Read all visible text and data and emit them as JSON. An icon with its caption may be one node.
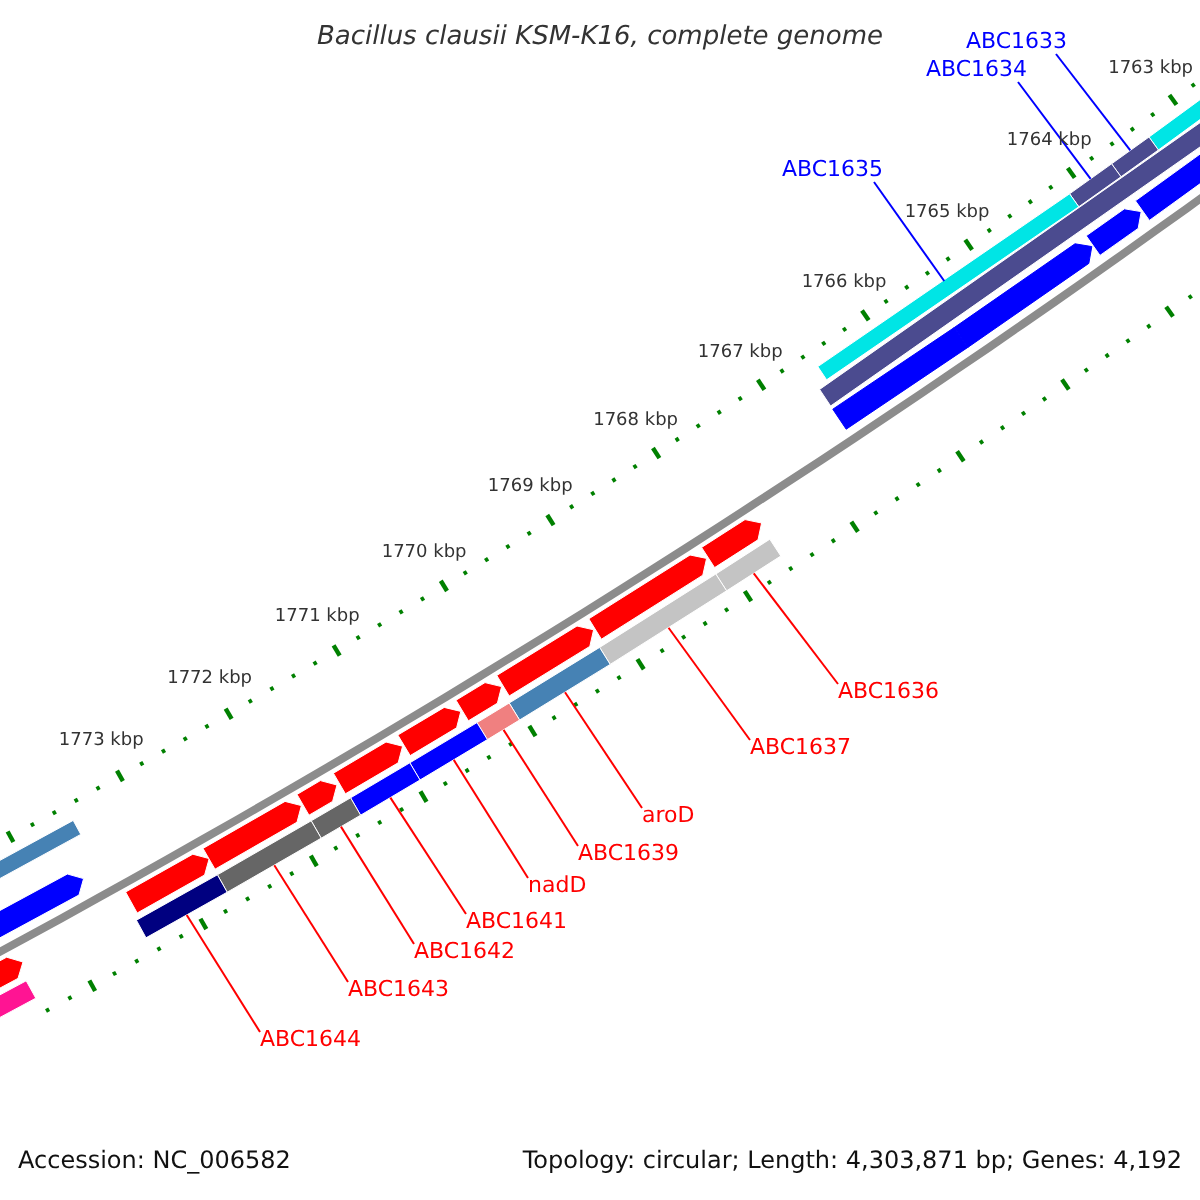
{
  "diagram": {
    "title": "Bacillus clausii KSM-K16, complete genome",
    "nodes": [
      {
        "text": [
          "ABC1633"
        ]
      },
      {
        "text": [
          "ABC1634"
        ]
      },
      {
        "text": [
          "ABC1635"
        ]
      },
      {
        "text": [
          "ABC1636"
        ]
      },
      {
        "text": [
          "ABC1637"
        ]
      },
      {
        "text": [
          "aroD"
        ]
      },
      {
        "text": [
          "ABC1639"
        ]
      },
      {
        "text": [
          "nadD"
        ]
      },
      {
        "text": [
          "ABC1641"
        ]
      },
      {
        "text": [
          "ABC1642"
        ]
      },
      {
        "text": [
          "ABC1643"
        ]
      },
      {
        "text": [
          "ABC1644"
        ]
      },
      {
        "text": [],
        "shape": "bar"
      },
      {
        "text": [],
        "shape": "bar"
      },
      {
        "text": [],
        "shape": "bar"
      },
      {
        "text": [],
        "shape": "bar"
      },
      {
        "text": [],
        "shape": "bar"
      },
      {
        "text": [],
        "shape": "bar"
      },
      {
        "text": [],
        "shape": "bar"
      },
      {
        "text": [],
        "shape": "bar"
      },
      {
        "text": [],
        "shape": "bar"
      },
      {
        "text": [],
        "shape": "bar"
      },
      {
        "text": [],
        "shape": "bar"
      },
      {
        "text": [],
        "shape": "bar"
      }
    ],
    "edges": [
      {
        "from": 0,
        "to": 12,
        "arrow": "none",
        "color": "#0000ff"
      },
      {
        "from": 1,
        "to": 13,
        "arrow": "none",
        "color": "#0000ff"
      },
      {
        "from": 2,
        "to": 14,
        "arrow": "none",
        "color": "#0000ff"
      },
      {
        "from": 3,
        "to": 15,
        "arrow": "none"
      },
      {
        "from": 4,
        "to": 16,
        "arrow": "none"
      },
      {
        "from": 5,
        "to": 17,
        "arrow": "none"
      },
      {
        "from": 6,
        "to": 18,
        "arrow": "none"
      },
      {
        "from": 7,
        "to": 19,
        "arrow": "none"
      },
      {
        "from": 8,
        "to": 20,
        "arrow": "none"
      },
      {
        "from": 9,
        "to": 21,
        "arrow": "none"
      },
      {
        "from": 10,
        "to": 22,
        "arrow": "none"
      },
      {
        "from": 11,
        "to": 23,
        "arrow": "none"
      }
    ],
    "labels": [
      "1763 kbp",
      "1764 kbp",
      "1765 kbp",
      "1766 kbp",
      "1767 kbp",
      "1768 kbp",
      "1769 kbp",
      "1770 kbp",
      "1771 kbp",
      "1772 kbp",
      "1773 kbp",
      "Accession: NC_006582",
      "Topology: circular; Length: 4,303,871 bp; Genes: 4,192"
    ]
  }
}
